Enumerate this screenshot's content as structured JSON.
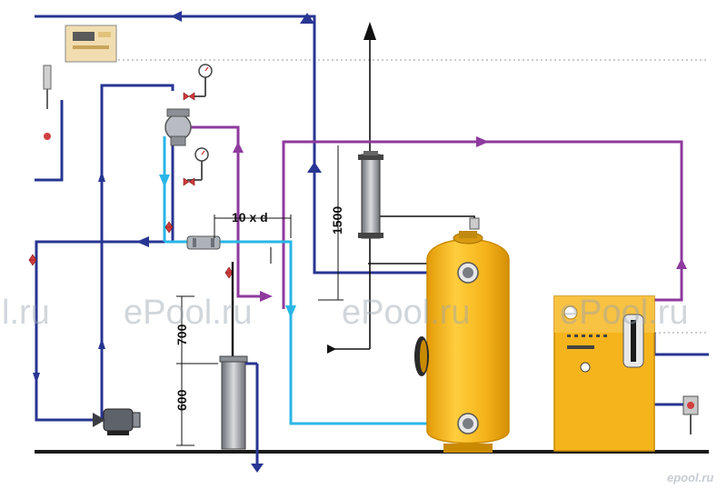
{
  "dimensions": {
    "pipe_run": "10 x d",
    "height_upper": "1500",
    "height_mid": "700",
    "height_low": "600"
  },
  "watermarks": [
    "l.ru",
    "ePool.ru",
    "ePool.ru",
    "ePool.ru"
  ],
  "brand_corner": "epool.ru",
  "colors": {
    "dark_blue": "#283593",
    "cyan": "#29b6e6",
    "purple": "#8e3a9e",
    "tank": "#f6b41c",
    "tank_edge": "#c98a00",
    "cabinet": "#f6b41c",
    "floor": "#1a1a1a"
  }
}
